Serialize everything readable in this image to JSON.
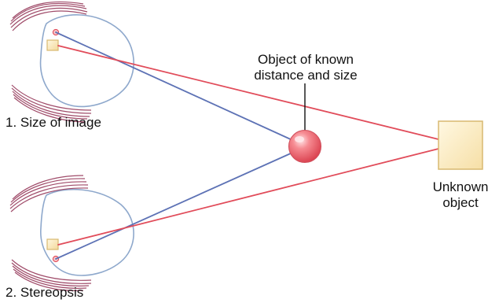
{
  "labels": {
    "known_object_line1": "Object of known",
    "known_object_line2": "distance and size",
    "size_of_image": "1. Size of image",
    "unknown_object_line1": "Unknown",
    "unknown_object_line2": "object",
    "stereopsis": "2. Stereopsis"
  },
  "colors": {
    "blue_ray": "#5D72B5",
    "red_ray": "#E14C5A",
    "eye_outline": "#8EA8CC",
    "eyelash": "#A04C6A",
    "square_fill": "#FBEDC4",
    "square_stroke": "#D8B970",
    "sphere_main": "#F26A72",
    "sphere_highlight": "#FFDCDE"
  }
}
